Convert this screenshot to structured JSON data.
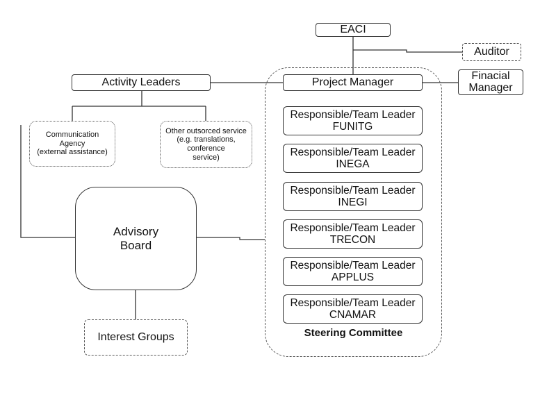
{
  "nodes": {
    "eaci": "EACI",
    "auditor": "Auditor",
    "activity_leaders": "Activity Leaders",
    "project_manager": "Project Manager",
    "financial_manager": "Finacial\nManager",
    "communication_agency": "Communication\nAgency\n(external assistance)",
    "other_services": "Other outsorced service\n(e.g. translations,\nconference\nservice)",
    "advisory_board": "Advisory\nBoard",
    "interest_groups": "Interest Groups"
  },
  "team_leaders": [
    {
      "role": "Responsible/Team Leader",
      "org": "FUNITG"
    },
    {
      "role": "Responsible/Team Leader",
      "org": "INEGA"
    },
    {
      "role": "Responsible/Team Leader",
      "org": "INEGI"
    },
    {
      "role": "Responsible/Team Leader",
      "org": "TRECON"
    },
    {
      "role": "Responsible/Team Leader",
      "org": "APPLUS"
    },
    {
      "role": "Responsible/Team Leader",
      "org": "CNAMAR"
    }
  ],
  "steering_committee_label": "Steering Committee"
}
